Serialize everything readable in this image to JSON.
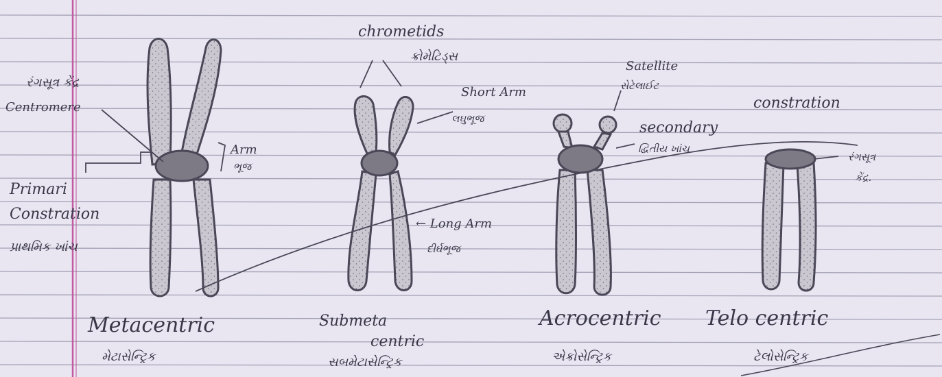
{
  "labels": {
    "chromatids": "chrometids",
    "chromatids_guj": "ક્રોમેટિડ્સ",
    "centromere_guj": "રંગસૂત્ર કેંદ્ર",
    "centromere": "Centromere",
    "arm": "Arm",
    "arm_guj": "ભૂજ",
    "primary_constriction_1": "Primari",
    "primary_constriction_2": "Constration",
    "primary_constriction_guj": "પ્રાથમિક ખાંચ",
    "short_arm": "Short Arm",
    "short_arm_guj": "લઘુભૂજ",
    "long_arm": "← Long Arm",
    "long_arm_guj": "દીર્ઘભૂજ",
    "satellite": "Satellite",
    "satellite_guj": "સેટેલાઈટ",
    "secondary_constriction_1": "secondary",
    "secondary_constriction_2": "constration",
    "secondary_constriction_guj": "દ્વિતીય ખાંચ",
    "telo_centromere_guj_1": "રંગસૂત્ર",
    "telo_centromere_guj_2": "કેંદ્ર."
  },
  "types": [
    {
      "name": "Metacentric",
      "name_guj": "મેટાસેન્ટ્રિક"
    },
    {
      "name": "Submeta",
      "name2": "centric",
      "name_guj": "સબમેટાસેન્ટ્રિક"
    },
    {
      "name": "Acrocentric",
      "name_guj": "એક્રોસેન્ટ્રિક"
    },
    {
      "name": "Telo centric",
      "name_guj": "ટેલોસેન્ટ્રિક"
    }
  ],
  "colors": {
    "paper": "#e9e6f2",
    "ruled_line": "#6c6a82",
    "margin_line": "#c25aa0",
    "pencil": "#4a4757",
    "chromatid_fill": "#cbc7d1",
    "centromere_fill": "#7e7a85"
  }
}
